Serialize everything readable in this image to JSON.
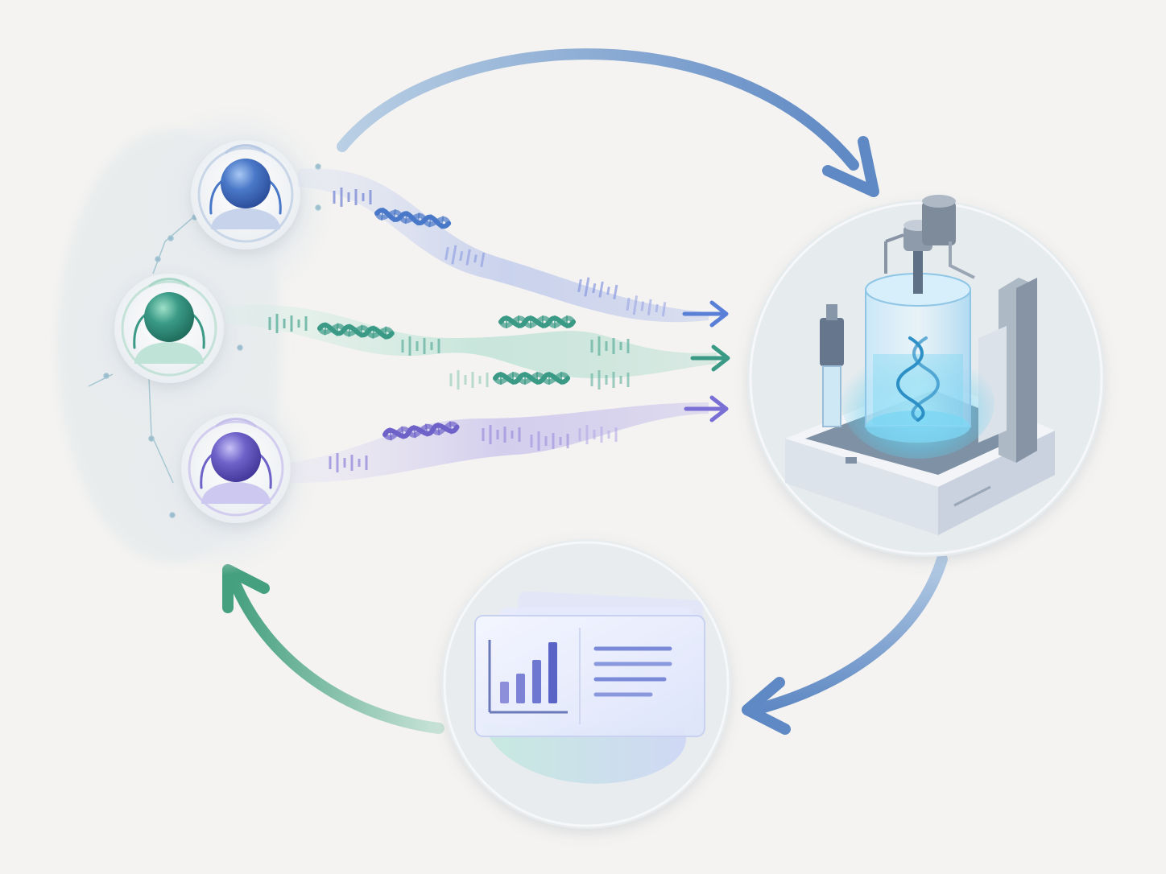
{
  "diagram": {
    "colors": {
      "background": "#f4f3f1",
      "blue": "#4a78c8",
      "teal": "#3a9a86",
      "purple": "#6e62c9",
      "arrow_blue": "#6f97c6",
      "arrow_green": "#4fa388",
      "glow": "#5fd0f0"
    },
    "participants": [
      {
        "id": "participant-blue",
        "color": "#4a78c8",
        "stream_color": "#a8b8ea"
      },
      {
        "id": "participant-green",
        "color": "#3a9a86",
        "stream_color": "#a6dccb"
      },
      {
        "id": "participant-purple",
        "color": "#6e62c9",
        "stream_color": "#b9b0ea"
      }
    ],
    "nodes": {
      "left": "participants-cluster",
      "right": "bioreactor-instrument",
      "bottom": "results-report-cards"
    },
    "cycle_arrows": [
      {
        "from": "participants-cluster",
        "to": "bioreactor-instrument",
        "icon": "curved-arrow-icon"
      },
      {
        "from": "bioreactor-instrument",
        "to": "results-report-cards",
        "icon": "curved-arrow-icon"
      },
      {
        "from": "results-report-cards",
        "to": "participants-cluster",
        "icon": "curved-arrow-icon"
      }
    ],
    "report_icons": [
      "bar-chart-icon",
      "text-lines-icon"
    ],
    "stream_icons": [
      "dna-helix-icon",
      "arrow-right-icon"
    ]
  }
}
